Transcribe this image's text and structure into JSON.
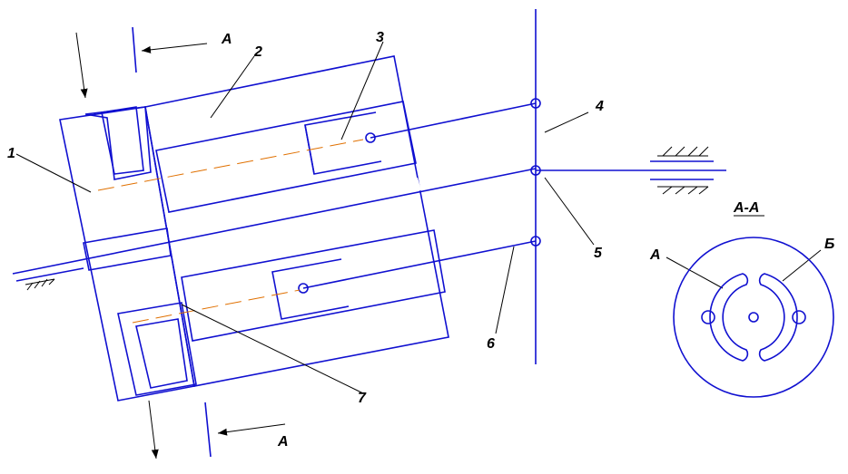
{
  "labels": {
    "n1": "1",
    "n2": "2",
    "n3": "3",
    "n4": "4",
    "n5": "5",
    "n6": "6",
    "n7": "7",
    "sectionMarkTop": "A",
    "sectionMarkBottom": "A",
    "sectionTitle": "A-A",
    "portA": "A",
    "portB": "Б"
  },
  "colors": {
    "lines": "#1010d0",
    "axis": "#e07000",
    "text": "#000000"
  }
}
